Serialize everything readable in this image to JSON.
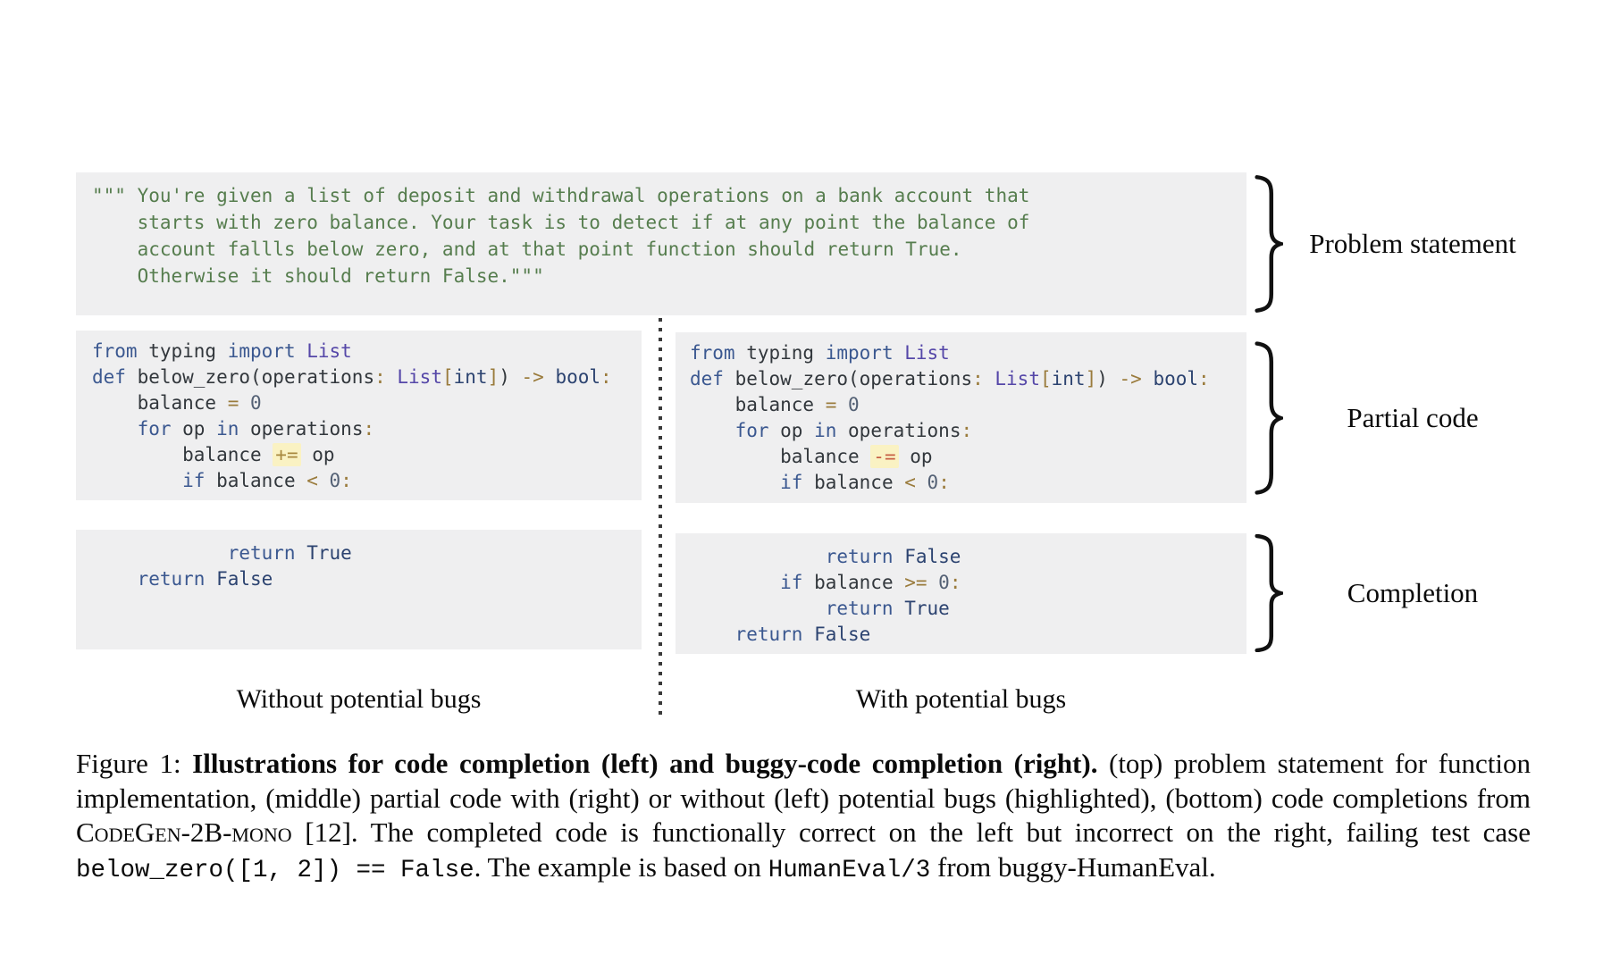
{
  "figure": {
    "problem_box": {
      "lines": [
        [
          [
            "st",
            "\"\"\" You're given a list of deposit and withdrawal operations on a bank account that"
          ]
        ],
        [
          [
            "st",
            "    starts with zero balance. Your task is to detect if at any point the balance of"
          ]
        ],
        [
          [
            "st",
            "    account fallls below zero, and at that point function should return True."
          ]
        ],
        [
          [
            "st",
            "    Otherwise it should return False.\"\"\""
          ]
        ]
      ]
    },
    "partial_left": {
      "lines": [
        [
          [
            "kw",
            "from"
          ],
          [
            "nm",
            " typing "
          ],
          [
            "kw",
            "import"
          ],
          [
            "tp",
            " List"
          ]
        ],
        [
          [
            "kw",
            "def"
          ],
          [
            "nm",
            " below_zero(operations"
          ],
          [
            "op",
            ":"
          ],
          [
            "tp",
            " List"
          ],
          [
            "op",
            "["
          ],
          [
            "bi",
            "int"
          ],
          [
            "op",
            "]"
          ],
          [
            "nm",
            ")"
          ],
          [
            "op",
            " ->"
          ],
          [
            "bi",
            " bool"
          ],
          [
            "op",
            ":"
          ]
        ],
        [
          [
            "nm",
            "    balance "
          ],
          [
            "op",
            "="
          ],
          [
            "nu",
            " 0"
          ]
        ],
        [
          [
            "kw",
            "    for"
          ],
          [
            "nm",
            " op "
          ],
          [
            "kw",
            "in"
          ],
          [
            "nm",
            " operations"
          ],
          [
            "op",
            ":"
          ]
        ],
        [
          [
            "nm",
            "        balance "
          ],
          [
            "hlp",
            "+="
          ],
          [
            "nm",
            " op"
          ]
        ],
        [
          [
            "kw",
            "        if"
          ],
          [
            "nm",
            " balance "
          ],
          [
            "op",
            "<"
          ],
          [
            "nu",
            " 0"
          ],
          [
            "op",
            ":"
          ]
        ]
      ]
    },
    "partial_right": {
      "lines": [
        [
          [
            "kw",
            "from"
          ],
          [
            "nm",
            " typing "
          ],
          [
            "kw",
            "import"
          ],
          [
            "tp",
            " List"
          ]
        ],
        [
          [
            "kw",
            "def"
          ],
          [
            "nm",
            " below_zero(operations"
          ],
          [
            "op",
            ":"
          ],
          [
            "tp",
            " List"
          ],
          [
            "op",
            "["
          ],
          [
            "bi",
            "int"
          ],
          [
            "op",
            "]"
          ],
          [
            "nm",
            ")"
          ],
          [
            "op",
            " ->"
          ],
          [
            "bi",
            " bool"
          ],
          [
            "op",
            ":"
          ]
        ],
        [
          [
            "nm",
            "    balance "
          ],
          [
            "op",
            "="
          ],
          [
            "nu",
            " 0"
          ]
        ],
        [
          [
            "kw",
            "    for"
          ],
          [
            "nm",
            " op "
          ],
          [
            "kw",
            "in"
          ],
          [
            "nm",
            " operations"
          ],
          [
            "op",
            ":"
          ]
        ],
        [
          [
            "nm",
            "        balance "
          ],
          [
            "hlm",
            "-="
          ],
          [
            "nm",
            " op"
          ]
        ],
        [
          [
            "kw",
            "        if"
          ],
          [
            "nm",
            " balance "
          ],
          [
            "op",
            "<"
          ],
          [
            "nu",
            " 0"
          ],
          [
            "op",
            ":"
          ]
        ]
      ]
    },
    "completion_left": {
      "lines": [
        [
          [
            "kw",
            "            return"
          ],
          [
            "bi",
            " True"
          ]
        ],
        [
          [
            "kw",
            "    return"
          ],
          [
            "bi",
            " False"
          ]
        ]
      ]
    },
    "completion_right": {
      "lines": [
        [
          [
            "kw",
            "            return"
          ],
          [
            "bi",
            " False"
          ]
        ],
        [
          [
            "kw",
            "        if"
          ],
          [
            "nm",
            " balance "
          ],
          [
            "op",
            ">="
          ],
          [
            "nu",
            " 0"
          ],
          [
            "op",
            ":"
          ]
        ],
        [
          [
            "kw",
            "            return"
          ],
          [
            "bi",
            " True"
          ]
        ],
        [
          [
            "kw",
            "    return"
          ],
          [
            "bi",
            " False"
          ]
        ]
      ]
    },
    "column_labels": {
      "left": "Without potential bugs",
      "right": "With potential bugs"
    },
    "side_labels": {
      "problem": "Problem statement",
      "partial": "Partial code",
      "completion": "Completion"
    },
    "caption": {
      "segments": [
        {
          "style": "normal",
          "text": "Figure 1: "
        },
        {
          "style": "bold",
          "text": "Illustrations for code completion (left) and buggy-code completion (right)."
        },
        {
          "style": "normal",
          "text": " (top) problem statement for function implementation, (middle) partial code with (right) or without (left) potential bugs (highlighted), (bottom) code completions from "
        },
        {
          "style": "smallcaps",
          "text": "CodeGen-2B-mono"
        },
        {
          "style": "normal",
          "text": " [12]. The completed code is functionally correct on the left but incorrect on the right, failing test case "
        },
        {
          "style": "mono",
          "text": "below_zero([1, 2]) == False"
        },
        {
          "style": "normal",
          "text": ". The example is based on "
        },
        {
          "style": "mono",
          "text": "HumanEval/3"
        },
        {
          "style": "normal",
          "text": " from buggy-HumanEval."
        }
      ]
    },
    "colors": {
      "box_background": "#efeff0",
      "docstring_green": "#567d4e",
      "keyword_blue": "#3b5890",
      "type_purple": "#5547a8",
      "builtin_navy": "#2c4370",
      "operator_olive": "#9a7b3c",
      "number_slate": "#546175",
      "highlight_yellow": "#faf2c3",
      "buggy_operator_red": "#c75f44",
      "divider_gray": "#3a3a3a"
    }
  }
}
